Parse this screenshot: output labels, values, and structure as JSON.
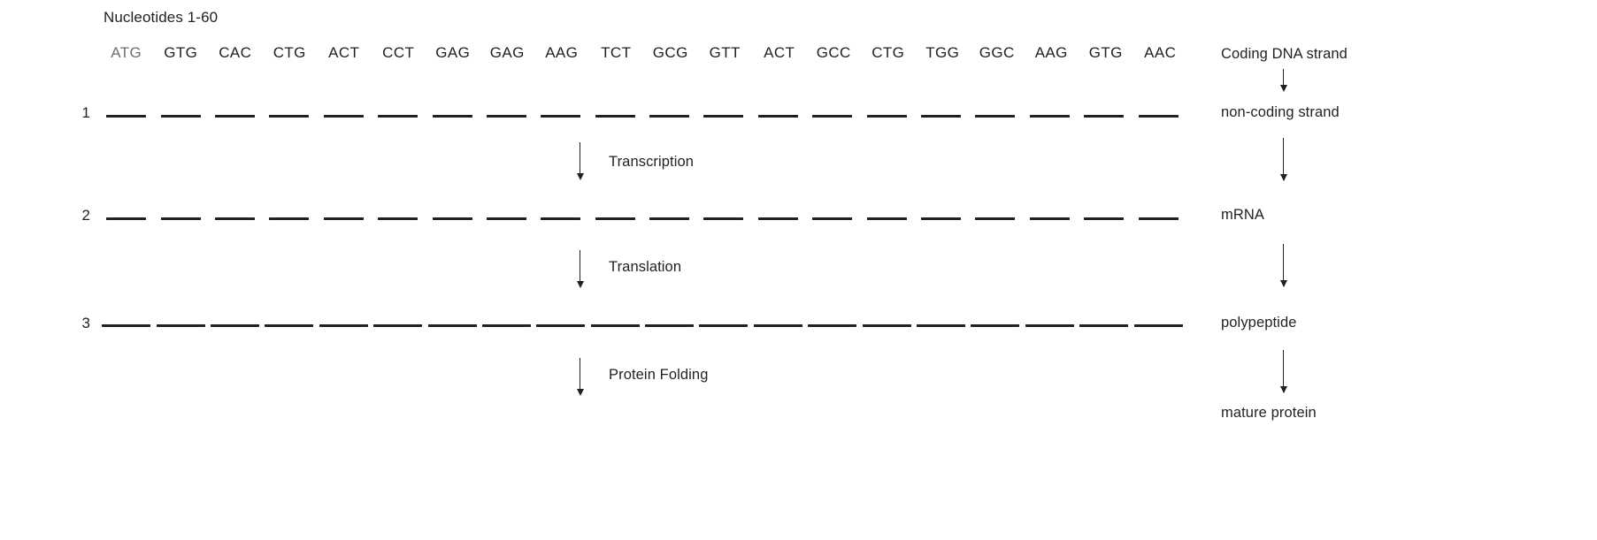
{
  "diagram": {
    "title": "Nucleotides 1-60",
    "colors": {
      "ink": "#231f20",
      "start_codon": "#6e6e6e",
      "background": "#ffffff"
    },
    "codons": [
      "ATG",
      "GTG",
      "CAC",
      "CTG",
      "ACT",
      "CCT",
      "GAG",
      "GAG",
      "AAG",
      "TCT",
      "GCG",
      "GTT",
      "ACT",
      "GCC",
      "CTG",
      "TGG",
      "GGC",
      "AAG",
      "GTG",
      "AAC"
    ],
    "rows": [
      {
        "number": "1",
        "label": "non-coding strand"
      },
      {
        "number": "2",
        "label": "mRNA"
      },
      {
        "number": "3",
        "label": "polypeptide"
      }
    ],
    "top_right_label": "Coding DNA strand",
    "final_label": "mature protein",
    "processes": [
      {
        "label": "Transcription"
      },
      {
        "label": "Translation"
      },
      {
        "label": "Protein Folding"
      }
    ],
    "right_column_labels": [
      "Coding DNA strand",
      "non-coding strand",
      "mRNA",
      "polypeptide",
      "mature protein"
    ]
  }
}
